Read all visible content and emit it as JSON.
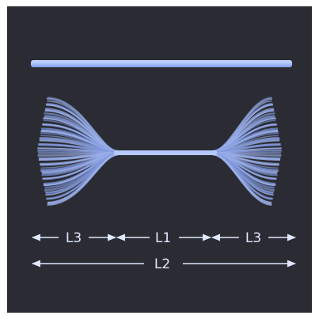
{
  "colors": {
    "background": "#2b2c33",
    "fiber": "#a9c0ff",
    "fiber_edge": "#7f9bea",
    "label": "#dfe8ff"
  },
  "labels": {
    "l1": "L1",
    "l2": "L2",
    "l3_left": "L3",
    "l3_right": "L3"
  }
}
